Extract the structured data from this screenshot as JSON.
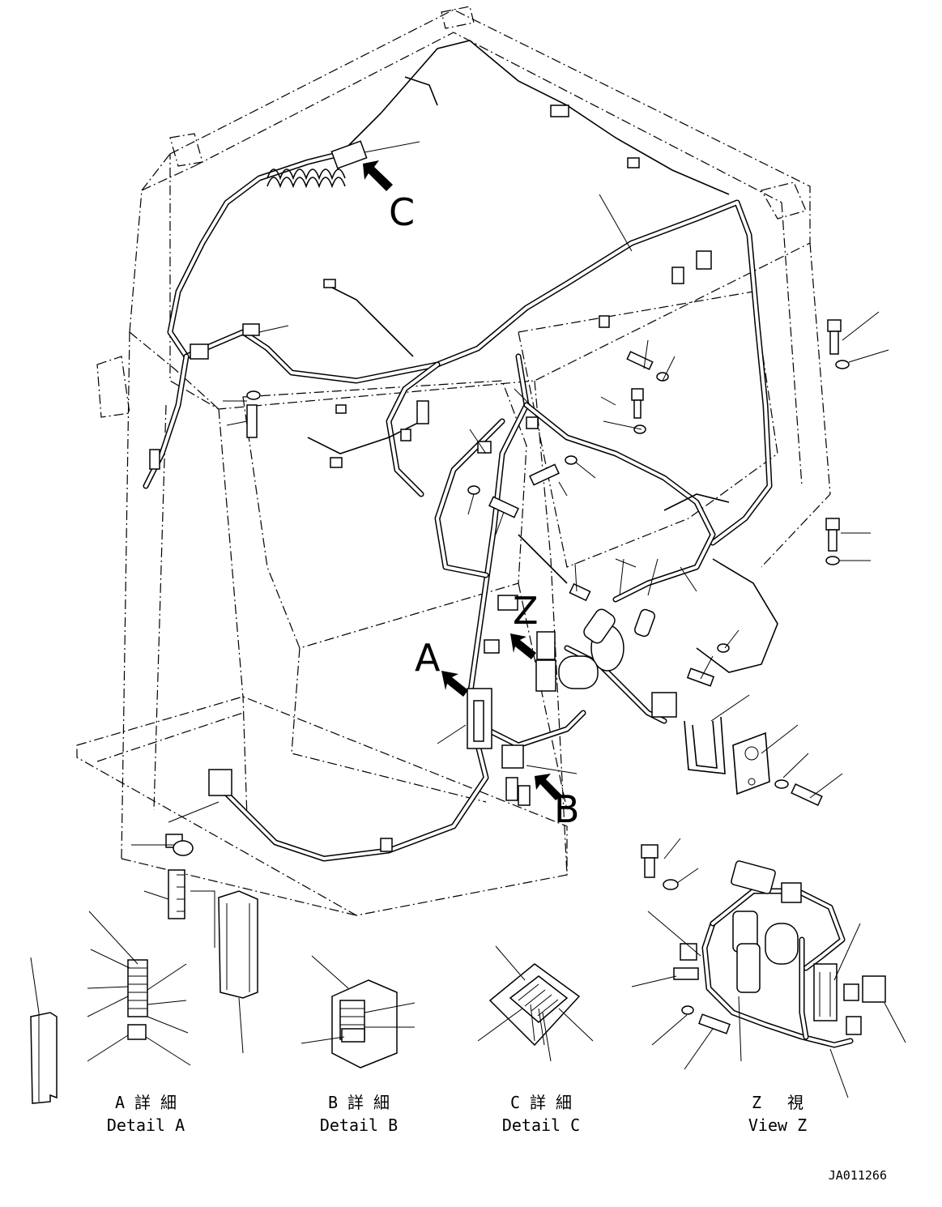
{
  "view_labels": {
    "A": "A",
    "B": "B",
    "C": "C",
    "Z": "Z"
  },
  "details": [
    {
      "jp": "A 詳 細",
      "en": "Detail A"
    },
    {
      "jp": "B 詳 細",
      "en": "Detail B"
    },
    {
      "jp": "C 詳 細",
      "en": "Detail C"
    },
    {
      "jp": "Z 　視",
      "en": "View Z"
    }
  ],
  "drawing_code": "JA011266"
}
